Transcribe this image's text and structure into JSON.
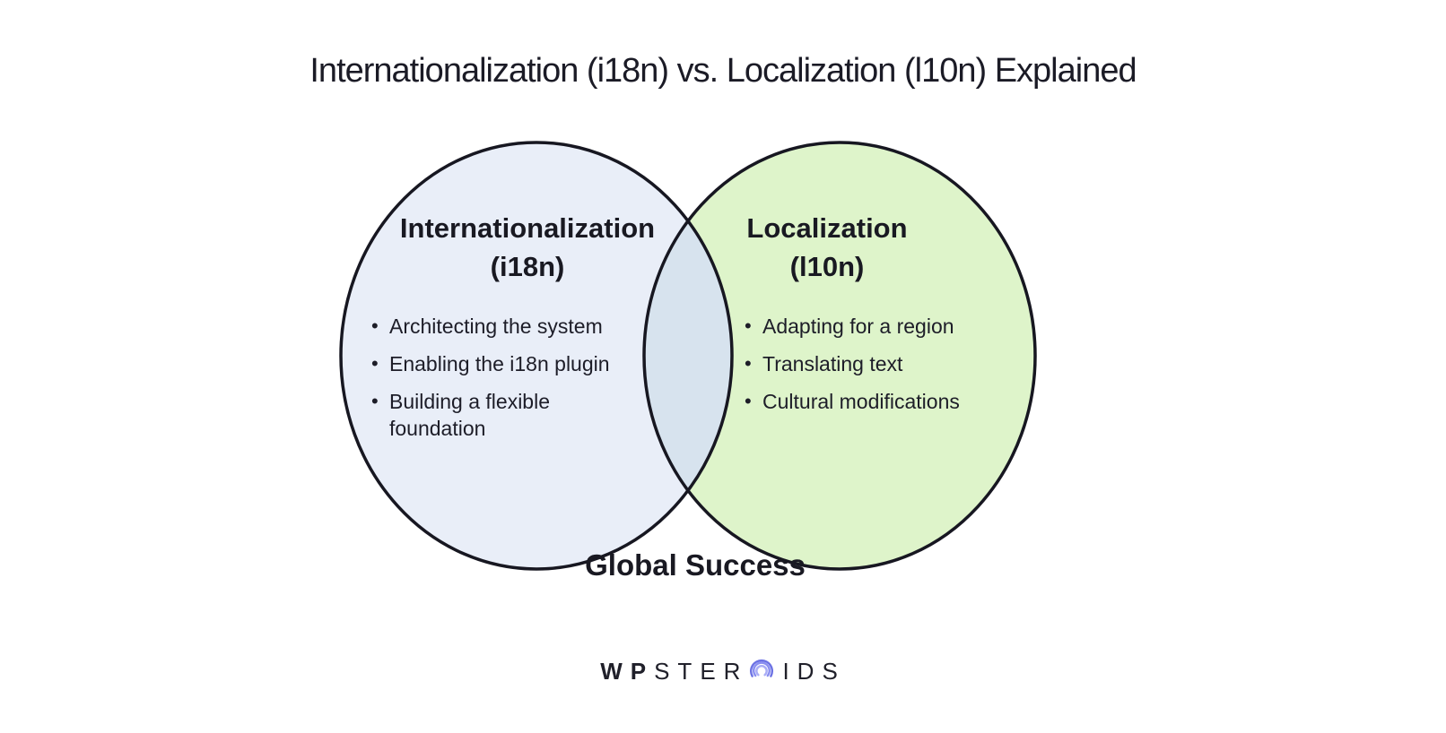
{
  "title": "Internationalization (i18n) vs. Localization (l10n) Explained",
  "venn": {
    "left_circle": {
      "heading": "Internationalization",
      "subheading": "(i18n)",
      "bullets": [
        "Architecting the system",
        "Enabling the i18n plugin",
        "Building a flexible foundation"
      ],
      "fill": "#e9eef8"
    },
    "right_circle": {
      "heading": "Localization",
      "subheading": "(l10n)",
      "bullets": [
        "Adapting for a region",
        "Translating text",
        "Cultural modifications"
      ],
      "fill": "#def4ca"
    },
    "overlap_fill": "#d7e3ee",
    "outline_color": "#171721",
    "caption": "Global Success"
  },
  "footer_logo": {
    "prefix": "WP",
    "mid": "STER",
    "suffix": "IDS",
    "o_icon": "concentric-arcs-icon",
    "arc_colors": {
      "outer": "#6c72e4",
      "middle": "#8a8ff0",
      "inner": "#a9adf6"
    }
  },
  "colors": {
    "background": "#ffffff",
    "ink": "#1b1b26"
  }
}
